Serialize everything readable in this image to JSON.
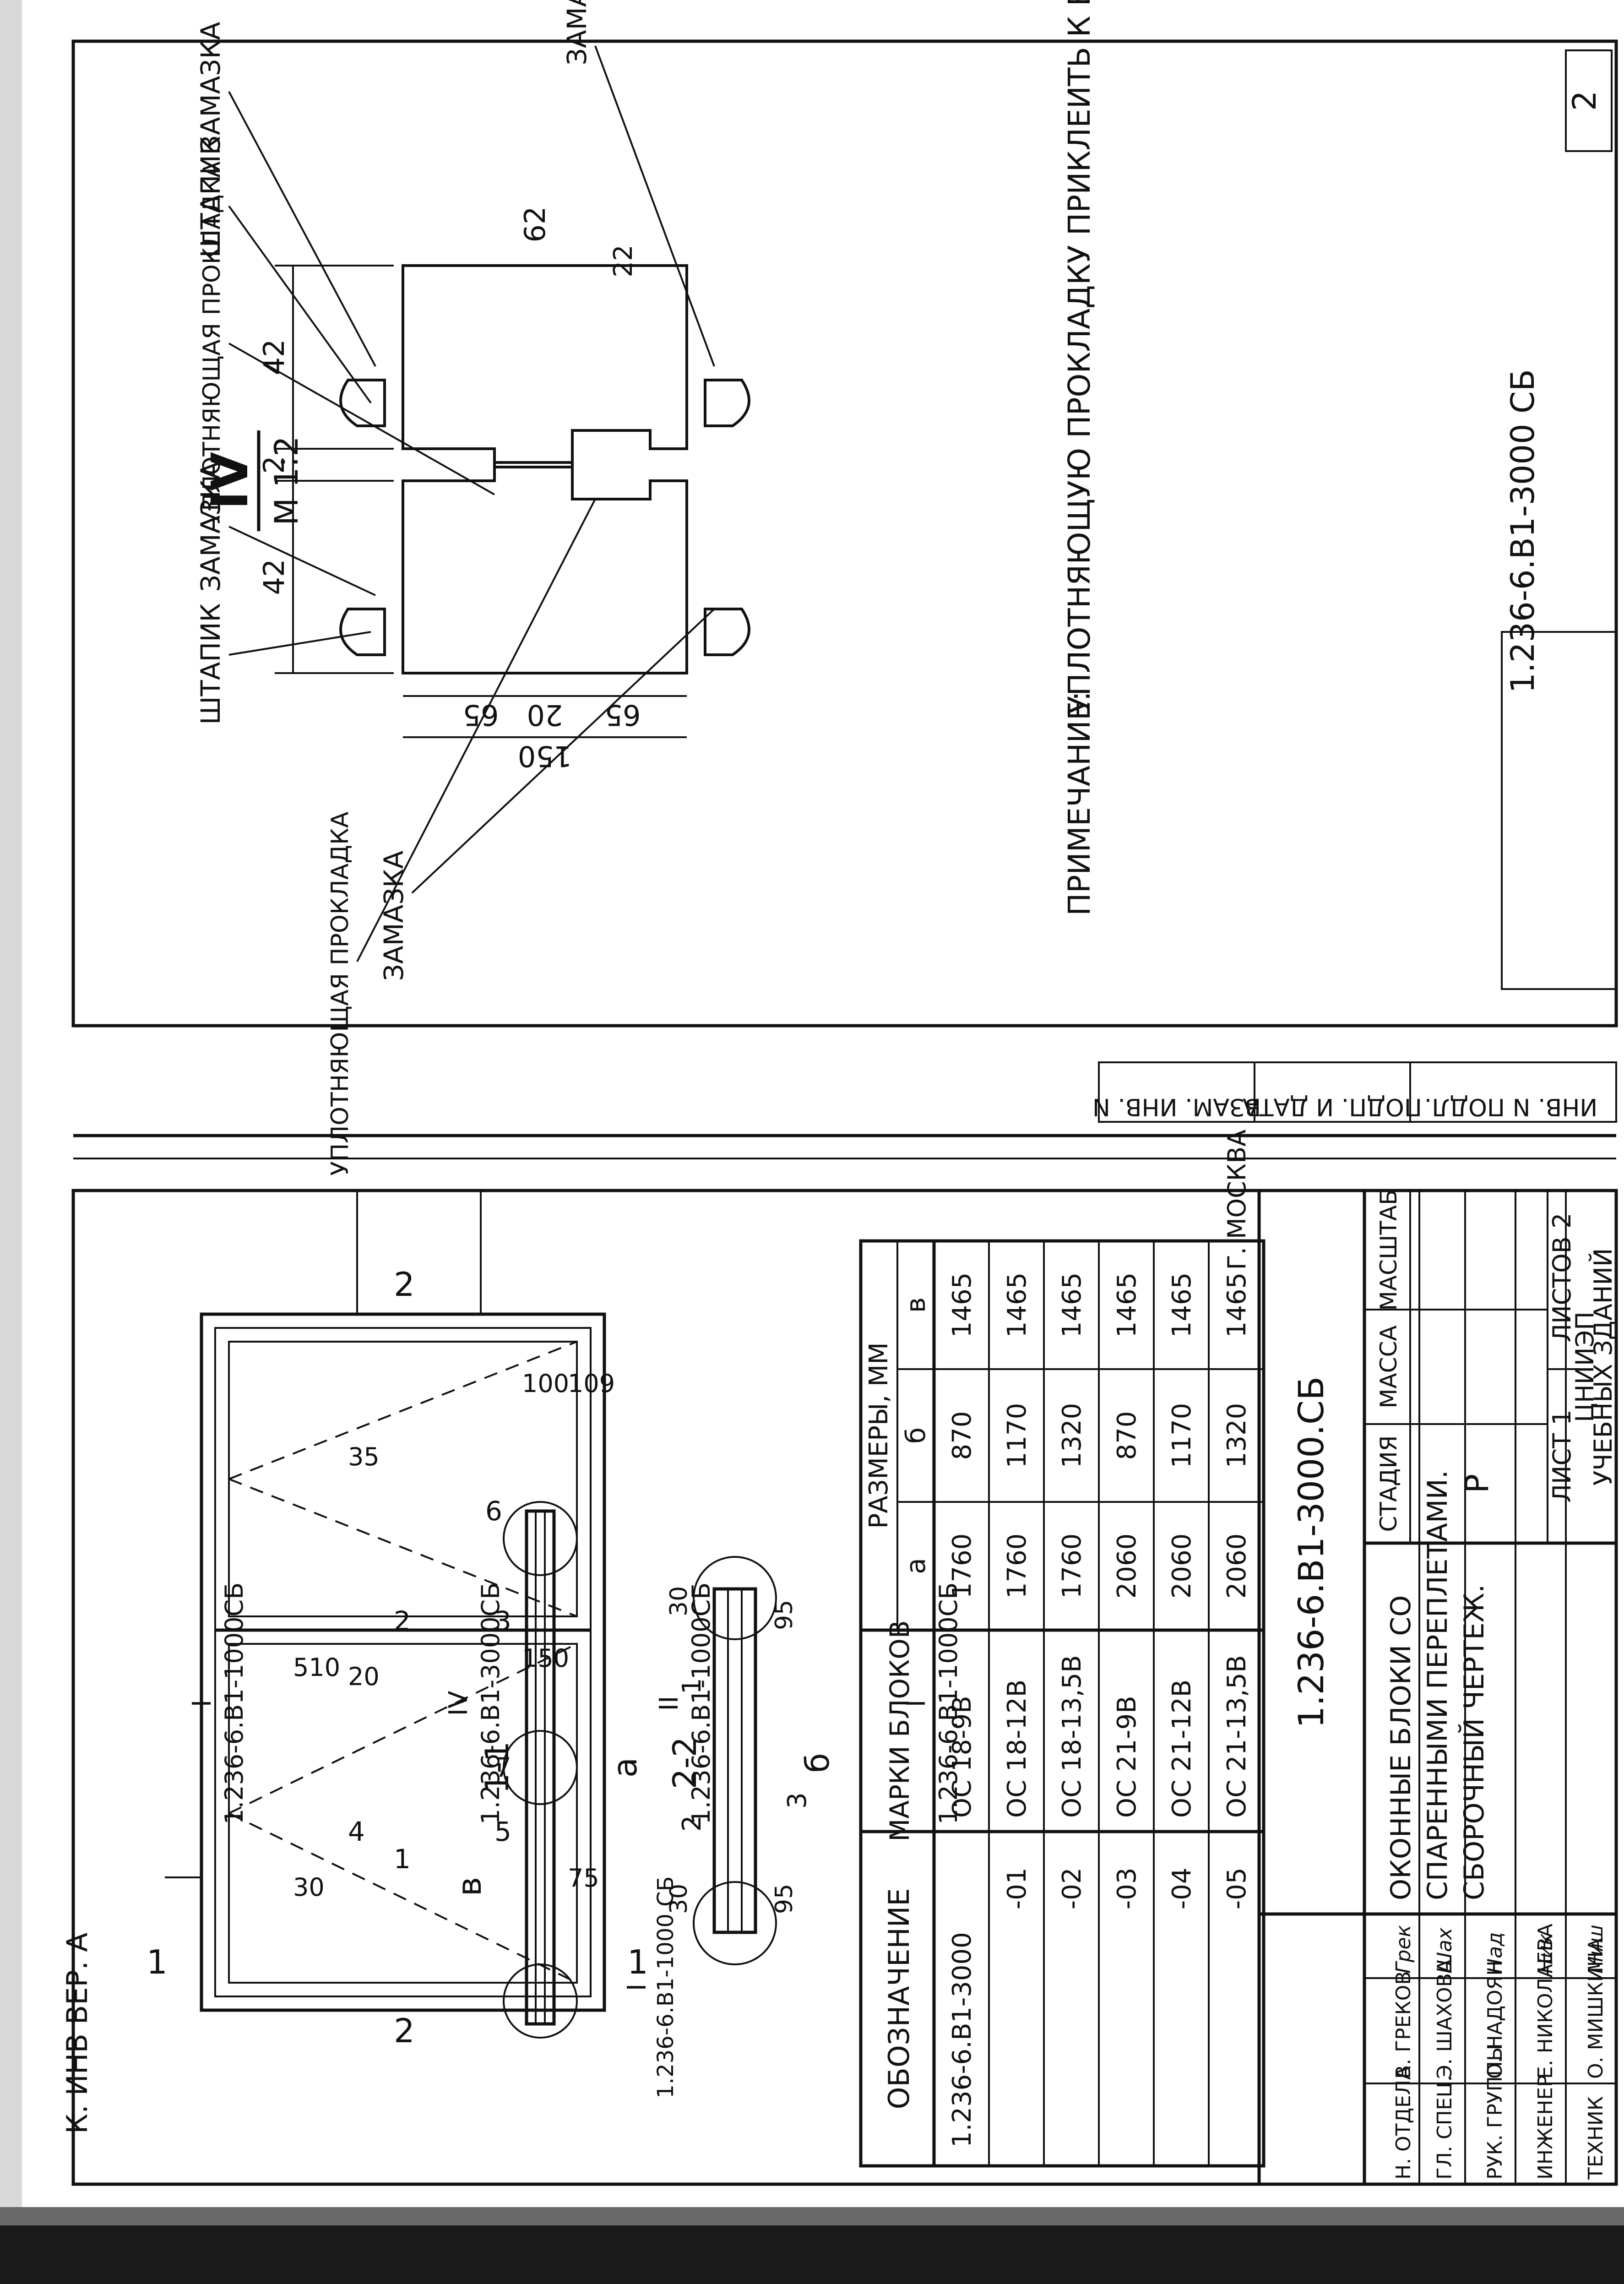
{
  "corner_label": "К. ИНВ ВЕР. А",
  "sheet_number": "2",
  "doc_code": "1.236-6.В1-3000 СБ",
  "side_stamp": [
    "ИНВ. N ПОДЛ.",
    "ПОДП. И ДАТА",
    "ВЗАМ. ИНВ. N"
  ],
  "detail": {
    "title": "IV",
    "scale": "М 1:2",
    "dims": {
      "d42a": "42",
      "d2": "2",
      "d42b": "42",
      "d65a": "65",
      "d20": "20",
      "d65b": "65",
      "d150": "150",
      "d62": "62",
      "d22": "22"
    },
    "labels": {
      "shtapik1": "ШТАПИК",
      "zamazka1": "ЗАМАЗКА",
      "prokladka_top": "УПЛОТНЯЮЩАЯ ПРОКЛАДКА",
      "shtapik2": "ШТАПИК",
      "zamazka2": "ЗАМАЗКА",
      "zamazka3": "ЗАМАЗКА",
      "zamazka4": "ЗАМАЗКА",
      "prokladka_bottom": "УПЛОТНЯЮЩАЯ ПРОКЛАДКА"
    },
    "note_label": "ПРИМЕЧАНИЕ:",
    "note_text": "УПЛОТНЯЮЩУЮ ПРОКЛАДКУ ПРИКЛЕИТЬ К ВНУТРЕННИМ ПЕРЕПЛЕТАМ."
  },
  "drawing": {
    "marks": {
      "m1a": "1",
      "m1b": "1",
      "m2a": "2",
      "m2b": "2"
    },
    "sec22": {
      "title": "2-2",
      "dims": {
        "d30a": "30",
        "d30b": "30",
        "d95a": "95",
        "d95b": "95"
      },
      "b": "б",
      "p1": "1",
      "p2": "2",
      "p3": "3",
      "ref_left": "I",
      "ref_left_code": "1.236-6.В1-1000 СБ"
    },
    "refs": [
      {
        "roman": "I",
        "code": "1.236-6.В1-1000СБ"
      },
      {
        "roman": "IV",
        "code": "1.236-6.В1-3000СБ"
      },
      {
        "roman": "II",
        "code": "1.236-6.В1-1000СБ"
      },
      {
        "roman": "I",
        "code": "1.236-6.В1-1000СБ"
      }
    ],
    "sec11": {
      "title": "1-1",
      "a": "а",
      "b": "в",
      "dims": {
        "d30": "30",
        "d510": "510",
        "d20": "20",
        "d35": "35",
        "d100": "100",
        "d150": "150",
        "d109": "109",
        "d75": "75"
      },
      "pos": {
        "p1": "1",
        "p2": "2",
        "p3": "3",
        "p4": "4",
        "p5": "5",
        "p6": "6",
        "p7": "7"
      }
    }
  },
  "table": {
    "headers": {
      "designation": "ОБОЗНАЧЕНИЕ",
      "marks": "МАРКИ БЛОКОВ",
      "sizes": "РАЗМЕРЫ, ММ",
      "a": "а",
      "b": "б",
      "v": "в"
    },
    "rows": [
      {
        "d": "1.236-6.В1-3000",
        "m": "ОС 18-9В",
        "a": "1760",
        "b": "870",
        "v": "1465"
      },
      {
        "d": "-01",
        "m": "ОС 18-12В",
        "a": "1760",
        "b": "1170",
        "v": "1465"
      },
      {
        "d": "-02",
        "m": "ОС 18-13,5В",
        "a": "1760",
        "b": "1320",
        "v": "1465"
      },
      {
        "d": "-03",
        "m": "ОС 21-9В",
        "a": "2060",
        "b": "870",
        "v": "1465"
      },
      {
        "d": "-04",
        "m": "ОС 21-12В",
        "a": "2060",
        "b": "1170",
        "v": "1465"
      },
      {
        "d": "-05",
        "m": "ОС 21-13,5В",
        "a": "2060",
        "b": "1320",
        "v": "1465"
      }
    ]
  },
  "titleblock": {
    "code": "1.236-6.В1-3000.СБ",
    "name1": "ОКОННЫЕ БЛОКИ СО",
    "name2": "СПАРЕННЫМИ ПЕРЕПЛЕТАМИ.",
    "name3": "СБОРОЧНЫЙ ЧЕРТЕЖ.",
    "stage_h": "СТАДИЯ",
    "mass_h": "МАССА",
    "scale_h": "МАСШТАБ",
    "stage": "Р",
    "sheet_label": "ЛИСТ 1",
    "sheets_label": "ЛИСТОВ 2",
    "org1": "ЦНИИЭП",
    "org2": "УЧЕБНЫХ ЗДАНИЙ",
    "org3": "Г. МОСКВА",
    "staff": [
      {
        "role": "Н. ОТДЕЛА",
        "name": "В. ГРЕКОВ",
        "sign": "Грек"
      },
      {
        "role": "ГЛ. СПЕЦ.",
        "name": "Э. ШАХОВА",
        "sign": "Шах"
      },
      {
        "role": "РУК. ГРУППЫ",
        "name": "О. НАДОЯН",
        "sign": "Над"
      },
      {
        "role": "ИНЖЕНЕР",
        "name": "Е. НИКОЛАЕВА",
        "sign": "Ник"
      },
      {
        "role": "ТЕХНИК",
        "name": "О. МИШКИНА",
        "sign": "Миш"
      }
    ]
  }
}
